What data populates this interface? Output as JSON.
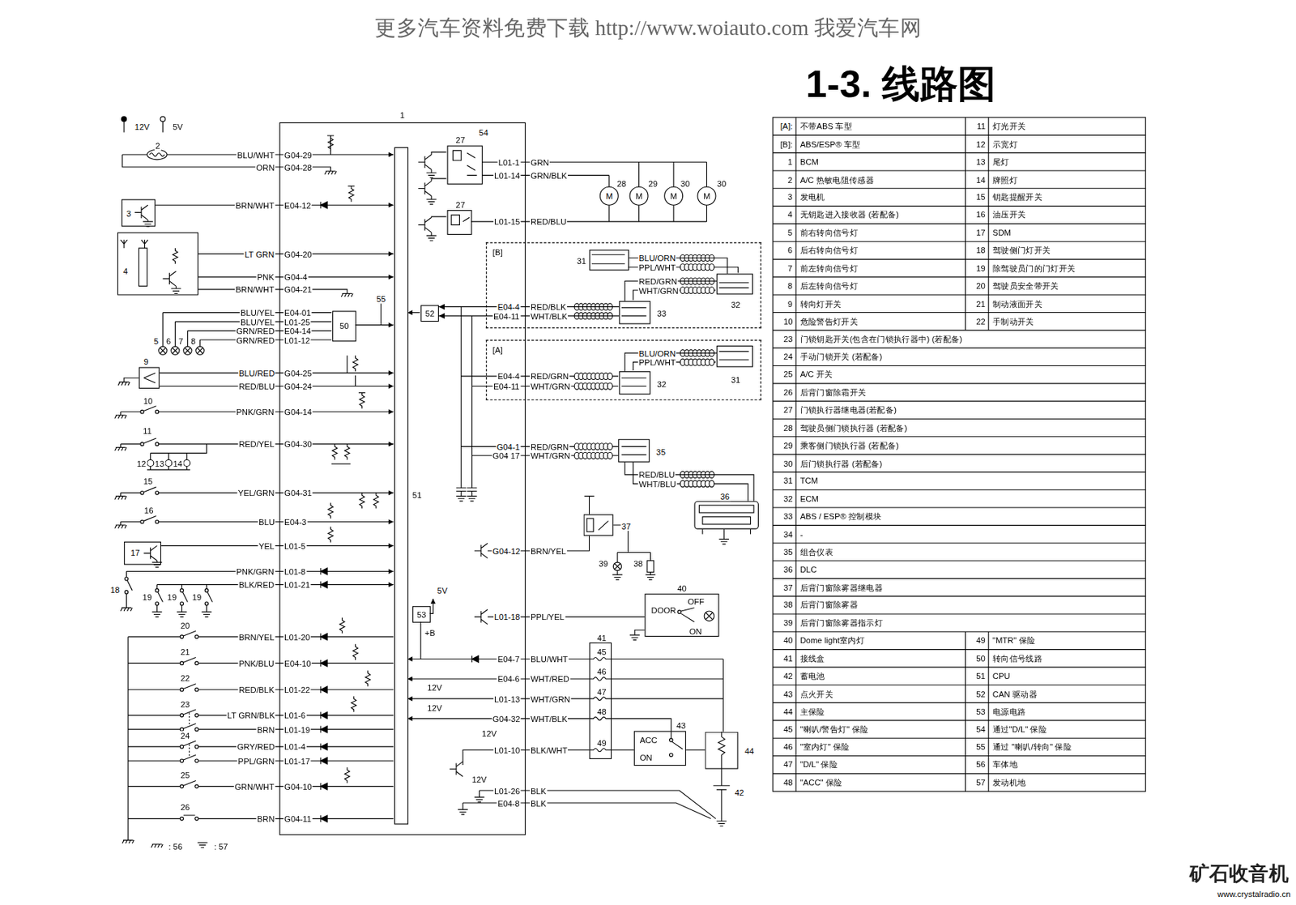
{
  "diagram": {
    "title": "1-3. 线路图",
    "nodes": [
      {
        "text": [
          "1"
        ]
      },
      {
        "text": [
          "50"
        ],
        "in": 0
      },
      {
        "text": [
          "52"
        ],
        "in": 0
      },
      {
        "text": [
          "53"
        ],
        "in": 0
      },
      {
        "text": [
          "51"
        ],
        "in": 0
      },
      {
        "text": [
          "3"
        ]
      },
      {
        "text": [
          "4"
        ]
      },
      {
        "text": [
          "9"
        ]
      },
      {
        "text": [
          "17"
        ]
      },
      {
        "text": [
          "27"
        ],
        "in": 0
      },
      {
        "text": [
          "27"
        ],
        "in": 0
      },
      {
        "text": [
          "[B]"
        ]
      },
      {
        "text": [
          "31"
        ],
        "in": 11
      },
      {
        "text": [
          "32"
        ],
        "in": 11
      },
      {
        "text": [
          "33"
        ],
        "in": 11
      },
      {
        "text": [
          "[A]"
        ]
      },
      {
        "text": [
          "32"
        ],
        "in": 15
      },
      {
        "text": [
          "31"
        ],
        "in": 15
      },
      {
        "text": [
          "35"
        ]
      },
      {
        "text": [
          "36"
        ]
      },
      {
        "text": [
          "37"
        ]
      },
      {
        "text": [
          "40",
          "DOOR",
          "OFF",
          "ON"
        ]
      },
      {
        "text": [
          "41",
          "45",
          "46",
          "47",
          "48",
          "49"
        ]
      },
      {
        "text": [
          "43",
          "ACC",
          "ON"
        ]
      },
      {
        "text": [
          "44"
        ]
      }
    ],
    "edges": [
      {
        "from": 14,
        "to": 2,
        "arrow": "to"
      },
      {
        "from": 14,
        "to": 2,
        "arrow": "to"
      },
      {
        "from": 14,
        "to": 13,
        "arrow": "none"
      },
      {
        "from": 12,
        "to": 13,
        "arrow": "none"
      },
      {
        "from": 16,
        "to": 17,
        "arrow": "none"
      },
      {
        "from": 18,
        "to": 19,
        "arrow": "none"
      },
      {
        "from": 0,
        "to": 21,
        "arrow": "none"
      },
      {
        "from": 22,
        "to": 23,
        "arrow": "none"
      },
      {
        "from": 23,
        "to": 24,
        "arrow": "none"
      },
      {
        "from": 5,
        "to": 0,
        "arrow": "none"
      },
      {
        "from": 6,
        "to": 0,
        "arrow": "none"
      },
      {
        "from": 7,
        "to": 0,
        "arrow": "none"
      },
      {
        "from": 8,
        "to": 0,
        "arrow": "none"
      }
    ],
    "labels": [
      "更多汽车资料免费下载 http://www.woiauto.com 我爱汽车网",
      "矿石收音机",
      "www.crystalradio.cn",
      "12V",
      "5V",
      "2",
      "BLU/WHT",
      "G04-29",
      "ORN",
      "G04-28",
      "BRN/WHT",
      "E04-12",
      "LT GRN",
      "G04-20",
      "PNK",
      "G04-4",
      "BRN/WHT",
      "G04-21",
      "BLU/YEL",
      "E04-01",
      "BLU/YEL",
      "L01-25",
      "GRN/RED",
      "E04-14",
      "GRN/RED",
      "L01-12",
      "5",
      "6",
      "7",
      "8",
      "55",
      "BLU/RED",
      "G04-25",
      "RED/BLU",
      "G04-24",
      "10",
      "PNK/GRN",
      "G04-14",
      "11",
      "RED/YEL",
      "G04-30",
      "12",
      "13",
      "14",
      "15",
      "YEL/GRN",
      "G04-31",
      "16",
      "BLU",
      "E04-3",
      "YEL",
      "L01-5",
      "18",
      "PNK/GRN",
      "L01-8",
      "BLK/RED",
      "L01-21",
      "19",
      "19",
      "19",
      "20",
      "BRN/YEL",
      "L01-20",
      "21",
      "PNK/BLU",
      "E04-10",
      "22",
      "RED/BLK",
      "L01-22",
      "23",
      "LT GRN/BLK",
      "L01-6",
      "BRN",
      "L01-19",
      "24",
      "GRY/RED",
      "L01-4",
      "PPL/GRN",
      "L01-17",
      "25",
      "GRN/WHT",
      "G04-10",
      "26",
      "BRN",
      "G04-11",
      ": 56",
      ": 57",
      "5V",
      "+B",
      "12V",
      "12V",
      "12V",
      "12V",
      "54",
      "L01-1",
      "GRN",
      "L01-14",
      "GRN/BLK",
      "L01-15",
      "RED/BLU",
      "28",
      "29",
      "30",
      "30",
      "BLU/ORN",
      "PPL/WHT",
      "RED/GRN",
      "WHT/GRN",
      "E04-4",
      "RED/BLK",
      "E04-11",
      "WHT/BLK",
      "BLU/ORN",
      "PPL/WHT",
      "E04-4",
      "RED/GRN",
      "E04-11",
      "WHT/GRN",
      "G04-1",
      "RED/GRN",
      "G04 17",
      "WHT/GRN",
      "RED/BLU",
      "WHT/BLU",
      "G04-12",
      "BRN/YEL",
      "39",
      "38",
      "L01-18",
      "PPL/YEL",
      "E04-7",
      "BLU/WHT",
      "E04-6",
      "WHT/RED",
      "L01-13",
      "WHT/GRN",
      "G04-32",
      "WHT/BLK",
      "L01-10",
      "BLK/WHT",
      "L01-26",
      "BLK",
      "E04-8",
      "BLK",
      "42",
      "M",
      "M",
      "M",
      "M",
      "[A]:",
      "不带ABS 车型",
      "11",
      "灯光开关",
      "[B]:",
      "ABS/ESP® 车型",
      "12",
      "示宽灯",
      "1",
      "BCM",
      "13",
      "尾灯",
      "2",
      "A/C 热敏电阻传感器",
      "14",
      "牌照灯",
      "3",
      "发电机",
      "15",
      "钥匙提醒开关",
      "4",
      "无钥匙进入接收器 (若配备)",
      "16",
      "油压开关",
      "5",
      "前右转向信号灯",
      "17",
      "SDM",
      "6",
      "后右转向信号灯",
      "18",
      "驾驶侧门灯开关",
      "7",
      "前左转向信号灯",
      "19",
      "除驾驶员门的门灯开关",
      "8",
      "后左转向信号灯",
      "20",
      "驾驶员安全带开关",
      "9",
      "转向灯开关",
      "21",
      "制动液面开关",
      "10",
      "危险警告灯开关",
      "22",
      "手制动开关",
      "23",
      "门锁钥匙开关(包含在门锁执行器中) (若配备)",
      "24",
      "手动门锁开关 (若配备)",
      "25",
      "A/C 开关",
      "26",
      "后背门窗除霜开关",
      "27",
      "门锁执行器继电器(若配备)",
      "28",
      "驾驶员侧门锁执行器 (若配备)",
      "29",
      "乘客侧门锁执行器 (若配备)",
      "30",
      "后门锁执行器 (若配备)",
      "31",
      "TCM",
      "32",
      "ECM",
      "33",
      "ABS / ESP® 控制模块",
      "34",
      "-",
      "35",
      "组合仪表",
      "36",
      "DLC",
      "37",
      "后背门窗除雾器继电器",
      "38",
      "后背门窗除雾器",
      "39",
      "后背门窗除雾器指示灯",
      "40",
      "Dome light室内灯",
      "49",
      "\"MTR\" 保险",
      "41",
      "接线盒",
      "50",
      "转向信号线路",
      "42",
      "蓄电池",
      "51",
      "CPU",
      "43",
      "点火开关",
      "52",
      "CAN 驱动器",
      "44",
      "主保险",
      "53",
      "电源电路",
      "45",
      "\"喇叭/警告灯\" 保险",
      "54",
      "通过\"D/L\" 保险",
      "46",
      "\"室内灯\" 保险",
      "55",
      "通过 \"喇叭/转向\" 保险",
      "47",
      "\"D/L\" 保险",
      "56",
      "车体地",
      "48",
      "\"ACC\" 保险",
      "57",
      "发动机地"
    ]
  }
}
